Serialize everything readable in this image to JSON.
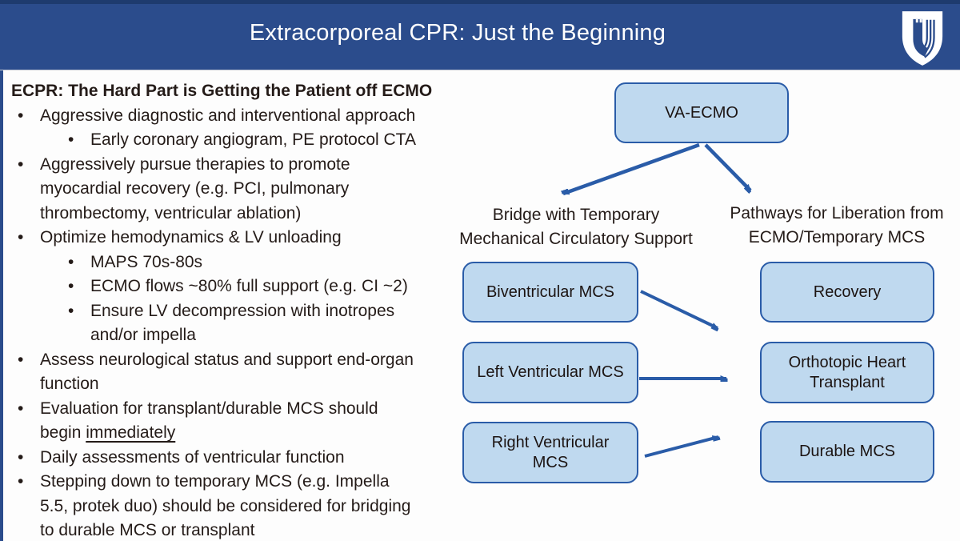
{
  "header": {
    "title": "Extracorporeal CPR: Just the Beginning",
    "logo": "duke-health-shield"
  },
  "left_panel": {
    "heading": "ECPR: The Hard Part is Getting the Patient off ECMO",
    "bullets": [
      {
        "level": 1,
        "lines": [
          "Aggressive diagnostic and interventional approach"
        ]
      },
      {
        "level": 2,
        "lines": [
          "Early coronary angiogram, PE protocol CTA"
        ]
      },
      {
        "level": 1,
        "lines": [
          "Aggressively pursue therapies to promote",
          "myocardial recovery (e.g. PCI, pulmonary",
          "thrombectomy, ventricular ablation)"
        ]
      },
      {
        "level": 1,
        "lines": [
          "Optimize hemodynamics & LV unloading"
        ]
      },
      {
        "level": 2,
        "lines": [
          "MAPS 70s-80s"
        ]
      },
      {
        "level": 2,
        "lines": [
          "ECMO flows ~80% full support (e.g. CI ~2)"
        ]
      },
      {
        "level": 2,
        "lines": [
          "Ensure LV decompression with inotropes",
          "and/or impella"
        ]
      },
      {
        "level": 1,
        "lines": [
          "Assess neurological status and support end-organ",
          "function"
        ]
      },
      {
        "level": 1,
        "lines": [
          "Evaluation for transplant/durable MCS should",
          "begin immediately"
        ],
        "underline": "immediately"
      },
      {
        "level": 1,
        "lines": [
          "Daily assessments of ventricular function"
        ]
      },
      {
        "level": 1,
        "lines": [
          "Stepping down to temporary MCS (e.g. Impella",
          "5.5, protek duo) should be considered for bridging",
          "to durable MCS or transplant"
        ]
      }
    ]
  },
  "flowchart": {
    "root_label": "VA-ECMO",
    "left_branch_label": "Bridge with Temporary\nMechanical Circulatory Support",
    "right_branch_label": "Pathways for Liberation from\nECMO/Temporary MCS",
    "left_column": [
      "Biventricular MCS",
      "Left Ventricular MCS",
      "Right Ventricular\nMCS"
    ],
    "right_column": [
      "Recovery",
      "Orthotopic Heart\nTransplant",
      "Durable MCS"
    ]
  },
  "colors": {
    "header_bg": "#2b4c8c",
    "header_top_line": "#1e3b6e",
    "box_fill": "#bfd9ef",
    "box_border": "#2a5ca8",
    "arrow": "#2a5ca8",
    "body_text": "#241b18",
    "title_text": "#ffffff"
  }
}
